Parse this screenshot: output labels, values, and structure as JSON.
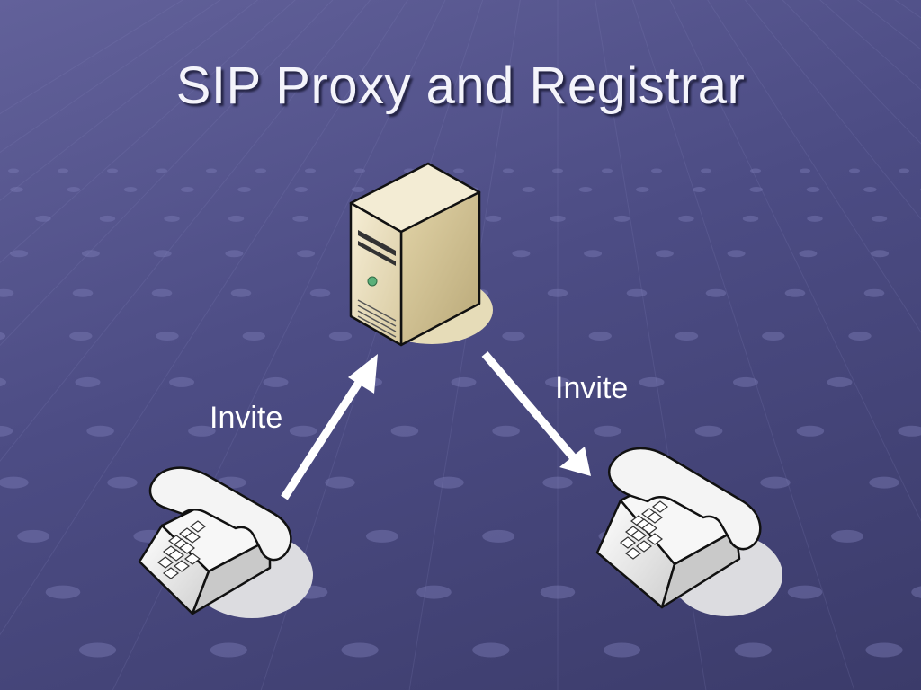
{
  "slide": {
    "title": "SIP Proxy and Registrar"
  },
  "diagram": {
    "nodes": [
      {
        "id": "server",
        "icon": "server-tower-icon"
      },
      {
        "id": "caller-phone",
        "icon": "telephone-icon"
      },
      {
        "id": "callee-phone",
        "icon": "telephone-icon"
      }
    ],
    "edges": [
      {
        "from": "caller-phone",
        "to": "server",
        "label": "Invite"
      },
      {
        "from": "server",
        "to": "callee-phone",
        "label": "Invite"
      }
    ]
  },
  "colors": {
    "background": "#4c4c84",
    "text": "#ffffff",
    "server_body": "#ece1c0",
    "phone_body": "#f2f2f2"
  }
}
